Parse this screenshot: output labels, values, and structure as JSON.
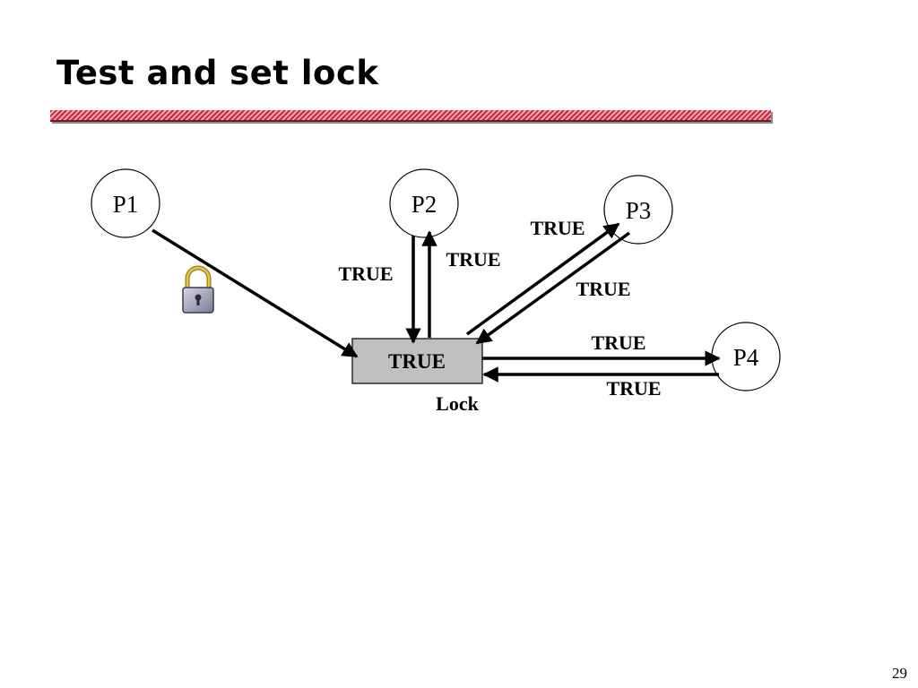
{
  "slide": {
    "title": "Test and set lock",
    "page_number": "29"
  },
  "diagram": {
    "nodes": {
      "p1": "P1",
      "p2": "P2",
      "p3": "P3",
      "p4": "P4"
    },
    "lock_box": {
      "value": "TRUE",
      "caption": "Lock",
      "fill_color": "#c0c0c0"
    },
    "edge_labels": {
      "p2_to_lock": "TRUE",
      "lock_to_p2": "TRUE",
      "lock_to_p3": "TRUE",
      "p3_to_lock": "TRUE",
      "lock_to_p4": "TRUE",
      "p4_to_lock": "TRUE"
    },
    "icons": {
      "padlock": "padlock-icon"
    }
  }
}
